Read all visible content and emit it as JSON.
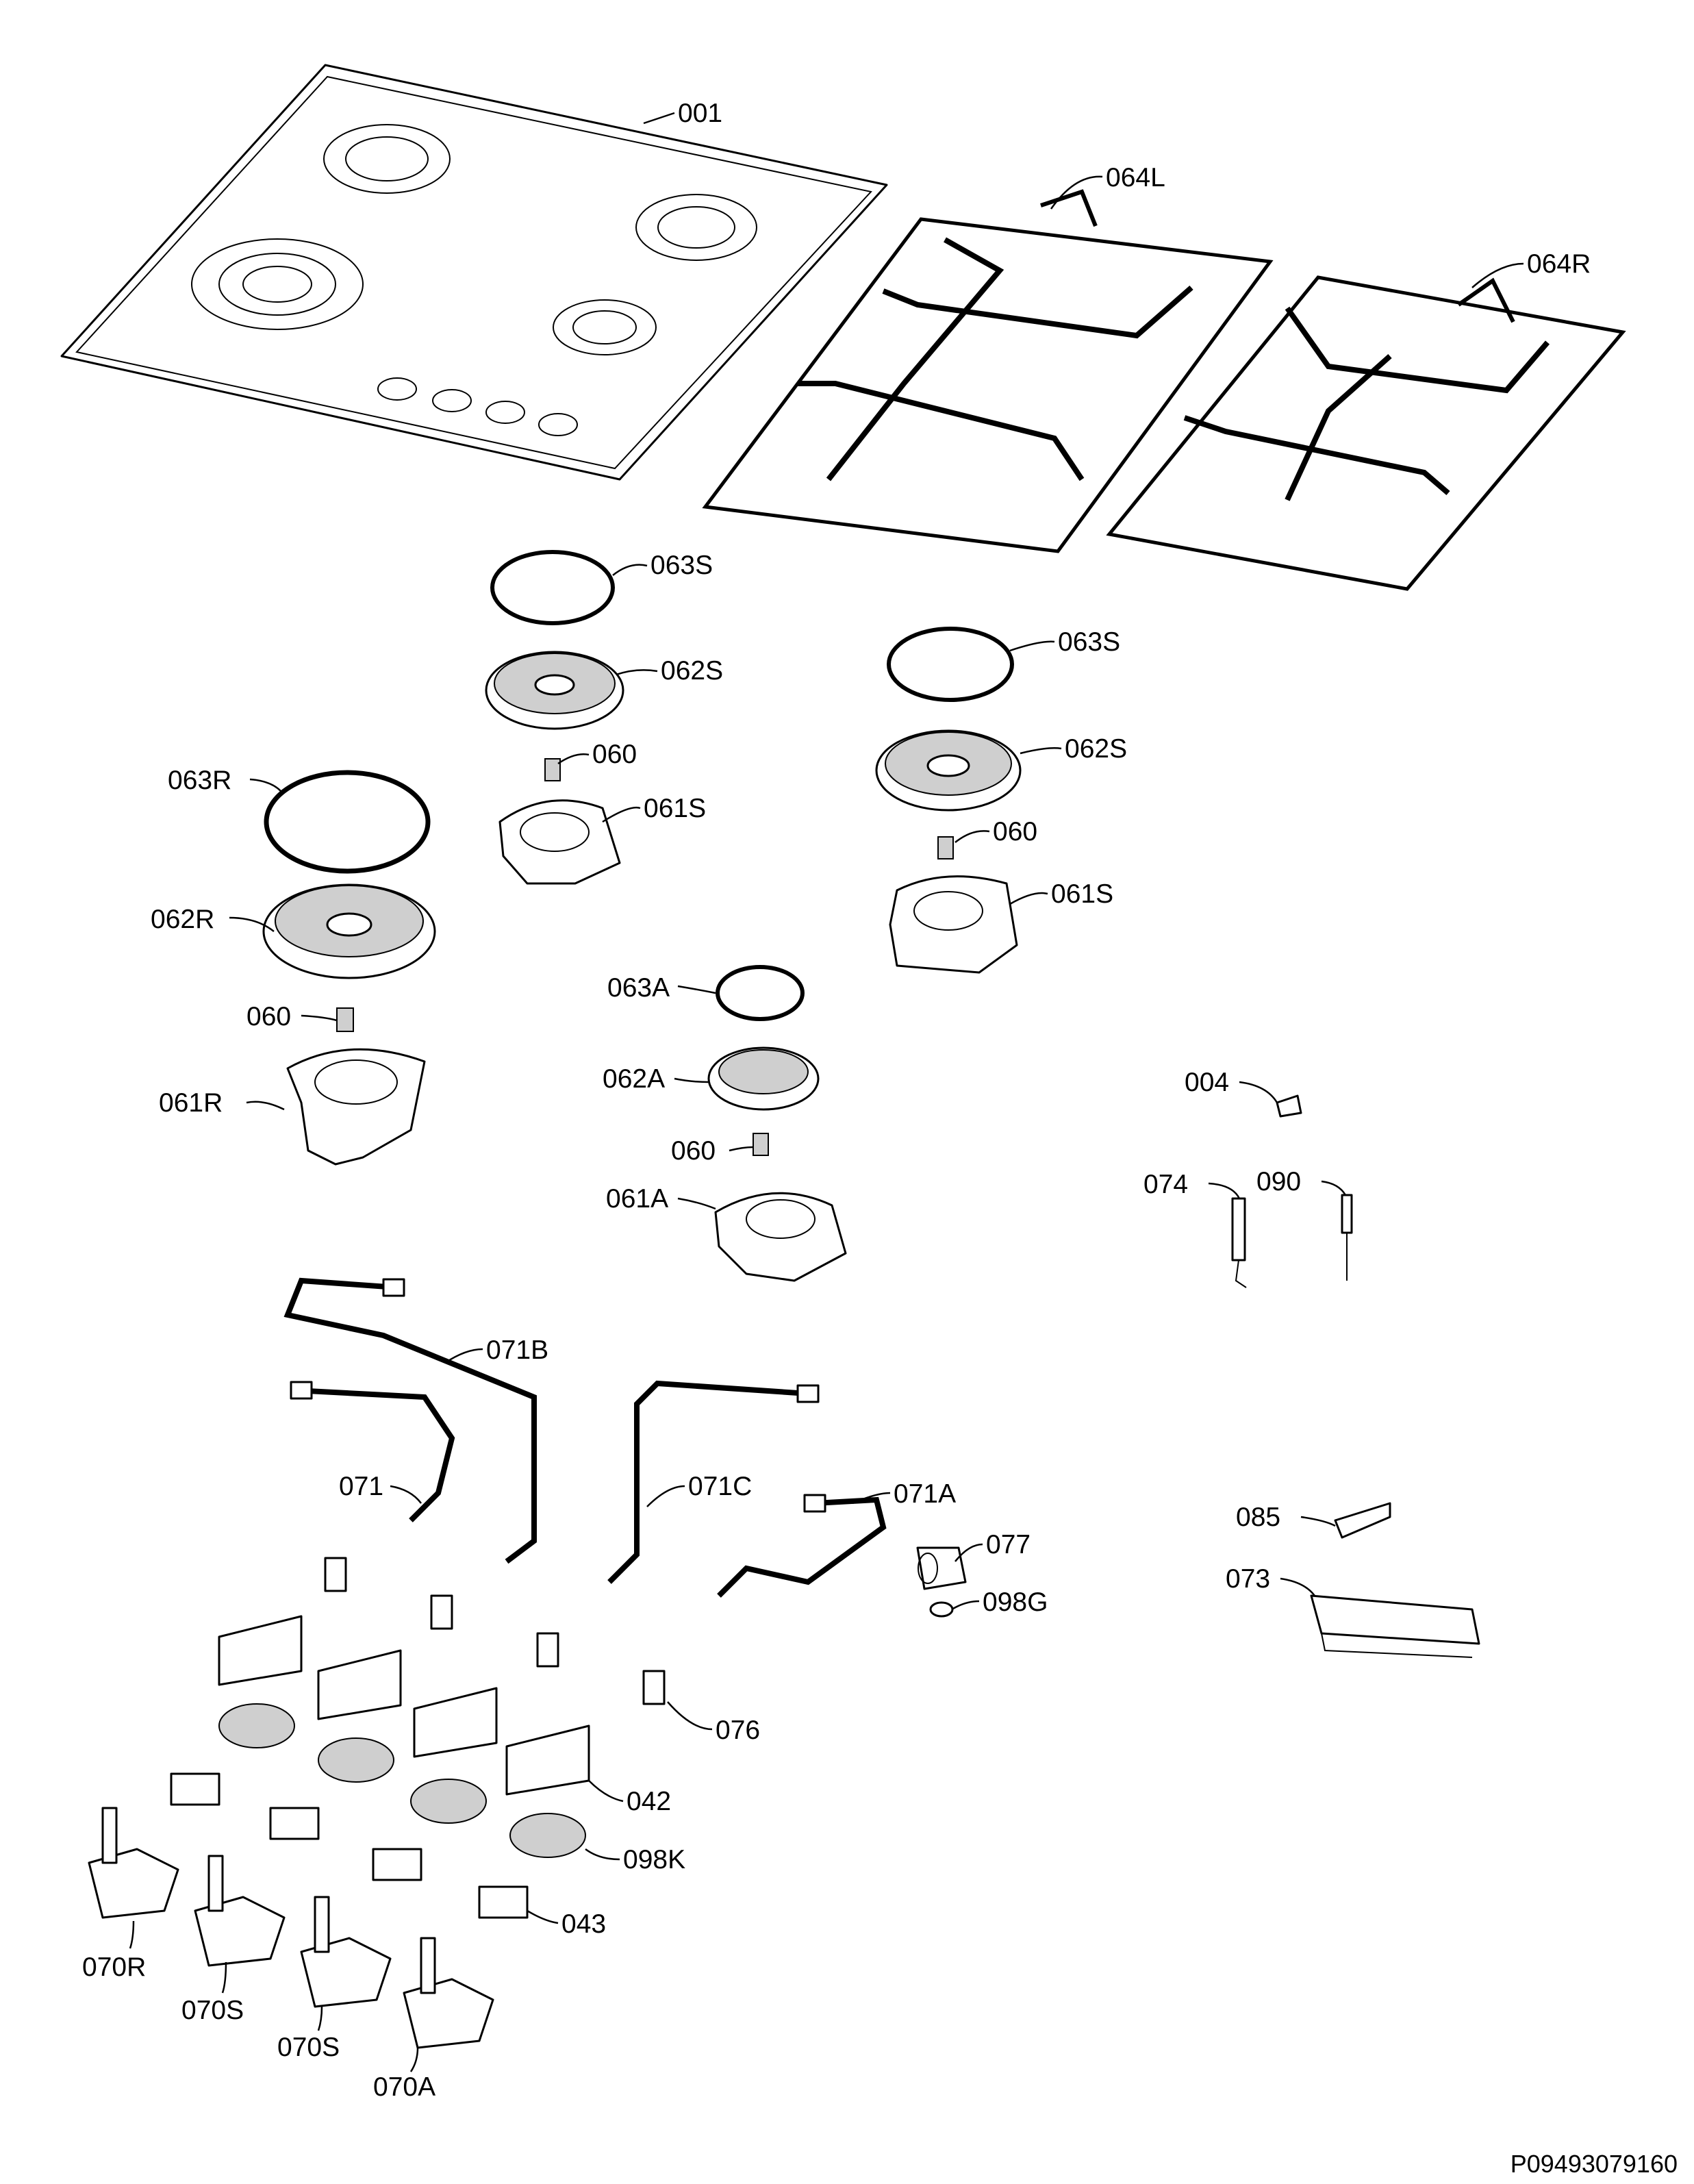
{
  "labels": {
    "l001": "001",
    "l064L": "064L",
    "l064R": "064R",
    "l063S_a": "063S",
    "l062S_a": "062S",
    "l060_a": "060",
    "l061S_a": "061S",
    "l063S_b": "063S",
    "l062S_b": "062S",
    "l060_b": "060",
    "l061S_b": "061S",
    "l063R": "063R",
    "l062R": "062R",
    "l060_c": "060",
    "l061R": "061R",
    "l063A": "063A",
    "l062A": "062A",
    "l060_d": "060",
    "l061A": "061A",
    "l004": "004",
    "l074": "074",
    "l090": "090",
    "l071B": "071B",
    "l071": "071",
    "l071C": "071C",
    "l071A": "071A",
    "l077": "077",
    "l098G": "098G",
    "l085": "085",
    "l073": "073",
    "l076": "076",
    "l042": "042",
    "l098K": "098K",
    "l043": "043",
    "l070R": "070R",
    "l070S_a": "070S",
    "l070S_b": "070S",
    "l070A": "070A"
  },
  "drawing_code": "P09493079160"
}
